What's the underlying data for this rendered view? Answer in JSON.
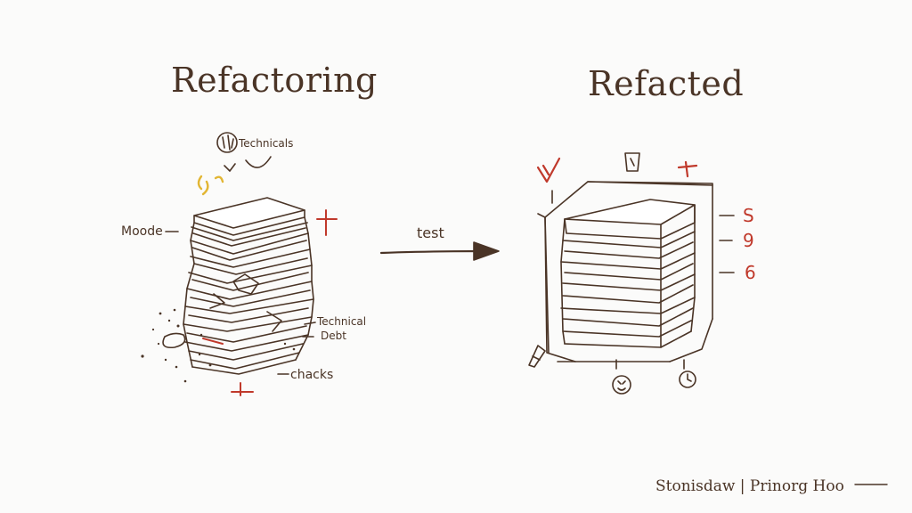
{
  "left": {
    "title": "Refactoring",
    "labels": {
      "technicals": "Technicals",
      "moode": "Moode",
      "technical_debt_1": "Technical",
      "technical_debt_2": "Debt",
      "chacks": "chacks"
    }
  },
  "arrow": {
    "label": "test"
  },
  "right": {
    "title": "Refacted",
    "side_marks": [
      "S",
      "9",
      "6"
    ]
  },
  "footer": {
    "signature": "Stonisdaw | Prinorg Hoo"
  },
  "colors": {
    "ink": "#4a3426",
    "accent_red": "#c0392b",
    "accent_yellow": "#e2b634",
    "paper": "#fbfbfa"
  }
}
